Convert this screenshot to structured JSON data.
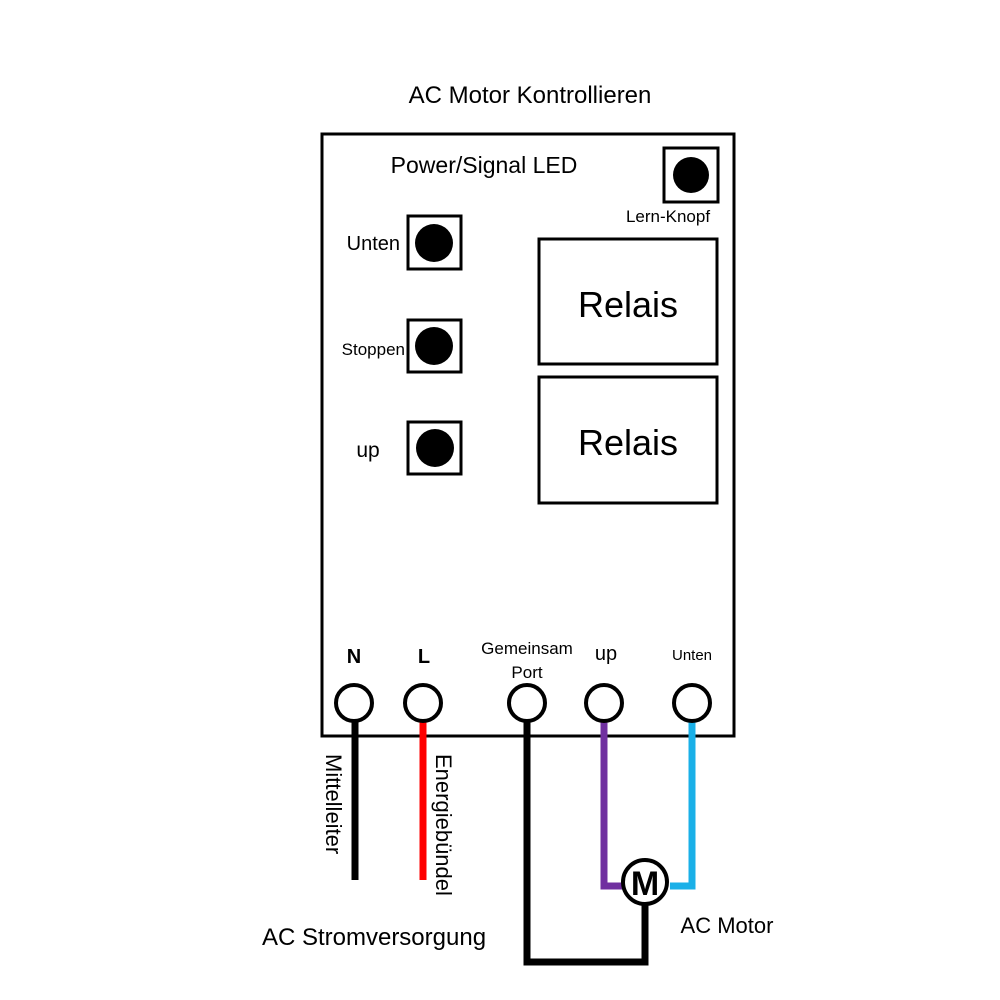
{
  "title": "AC Motor Kontrollieren",
  "board": {
    "led_label": "Power/Signal LED",
    "learn_button_label": "Lern-Knopf",
    "buttons": [
      {
        "label": "Unten"
      },
      {
        "label": "Stoppen"
      },
      {
        "label": "up"
      }
    ],
    "relays": [
      {
        "label": "Relais"
      },
      {
        "label": "Relais"
      }
    ],
    "terminals": [
      {
        "label": "N",
        "wire_color": "#000000"
      },
      {
        "label": "L",
        "wire_color": "#ff0000"
      },
      {
        "label": "Gemeinsam",
        "label2": "Port",
        "wire_color": "#000000"
      },
      {
        "label": "up",
        "wire_color": "#7030a0"
      },
      {
        "label": "Unten",
        "wire_color": "#1ab0e8"
      }
    ]
  },
  "wires": {
    "neutral_label": "Mittelleiter",
    "live_label": "Energiebündel"
  },
  "motor": {
    "symbol": "M",
    "label": "AC Motor"
  },
  "power_supply_label": "AC Stromversorgung"
}
